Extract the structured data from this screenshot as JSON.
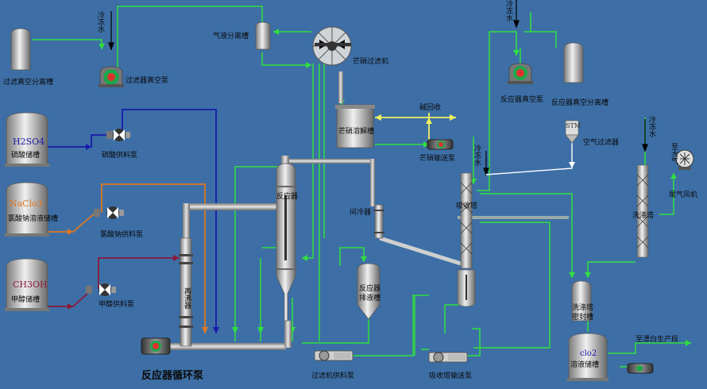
{
  "labels": {
    "filter_vac_sep_tank": "过滤真空分离槽",
    "filter_vac_pump": "过滤器真空泵",
    "gas_liq_sep_tank": "气液分离槽",
    "mirabilite_filter": "芒硝过滤机",
    "mirabilite_dissolve_tank": "芒硝溶解槽",
    "alkali_recovery": "碱回收",
    "mirabilite_transfer_pump": "芒硝输送泵",
    "h2so4_tank": "硫酸储槽",
    "sulfuric_feed_pump": "硫酸供料泵",
    "chlorate_tank": "氯酸钠溶液储槽",
    "chlorate_feed_pump": "氯酸钠供料泵",
    "methanol_tank": "甲醇储槽",
    "methanol_feed_pump": "甲醇供料泵",
    "reactor": "反应器",
    "reboiler": "再沸器",
    "intercooler": "间冷器",
    "reactor_drain_tank_1": "反应器",
    "reactor_drain_tank_2": "排液槽",
    "filter_feed_pump": "过滤机供料泵",
    "absorber_tower": "吸收塔",
    "absorber_transfer_pump": "吸收塔输送泵",
    "reactor_vac_pump": "反应器真空泵",
    "reactor_vac_sep_tank": "反应器真空分离槽",
    "air_filter": "空气过滤器",
    "scrubber": "洗涤塔",
    "scrubber_seal_tank_1": "洗涤塔",
    "scrubber_seal_tank_2": "密封槽",
    "tail_gas_fan": "尾气风机",
    "clo2_tank_1": "溶液储槽",
    "to_production": "至漂白生产段",
    "reactor_circ_pump": "反应器循环泵",
    "cooling_water_1": "冷冻水",
    "cooling_water_2": "冷冻水",
    "cooling_water_3": "冷冻水",
    "cooling_water_4": "冷冻水",
    "atmosphere": "至大气"
  },
  "tags": {
    "h2so4": "H2SO4",
    "naclo3": "NaClo3",
    "ch3oh": "CH3OH",
    "clo2": "clo2",
    "stm": "STM"
  },
  "colors": {
    "background": "#3d6fa6",
    "water_line": "#30e040",
    "sulfuric_line": "#1a1aa8",
    "chlorate_line": "#e07820",
    "methanol_line": "#8a1a3a",
    "alkali_line": "#f0f060",
    "pump_body": "#e03030",
    "pump_casing": "#1fa84a"
  }
}
